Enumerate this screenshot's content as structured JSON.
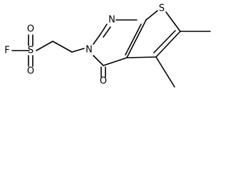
{
  "molecule": {
    "atoms": {
      "fluorine": "F",
      "sulfur_sulfonyl": "S",
      "oxygen_sulfonyl_top": "O",
      "oxygen_sulfonyl_bottom": "O",
      "nitrogen_ring_3": "N",
      "nitrogen_ring_1": "N",
      "sulfur_thiophene": "S",
      "oxygen_carbonyl": "O"
    }
  }
}
